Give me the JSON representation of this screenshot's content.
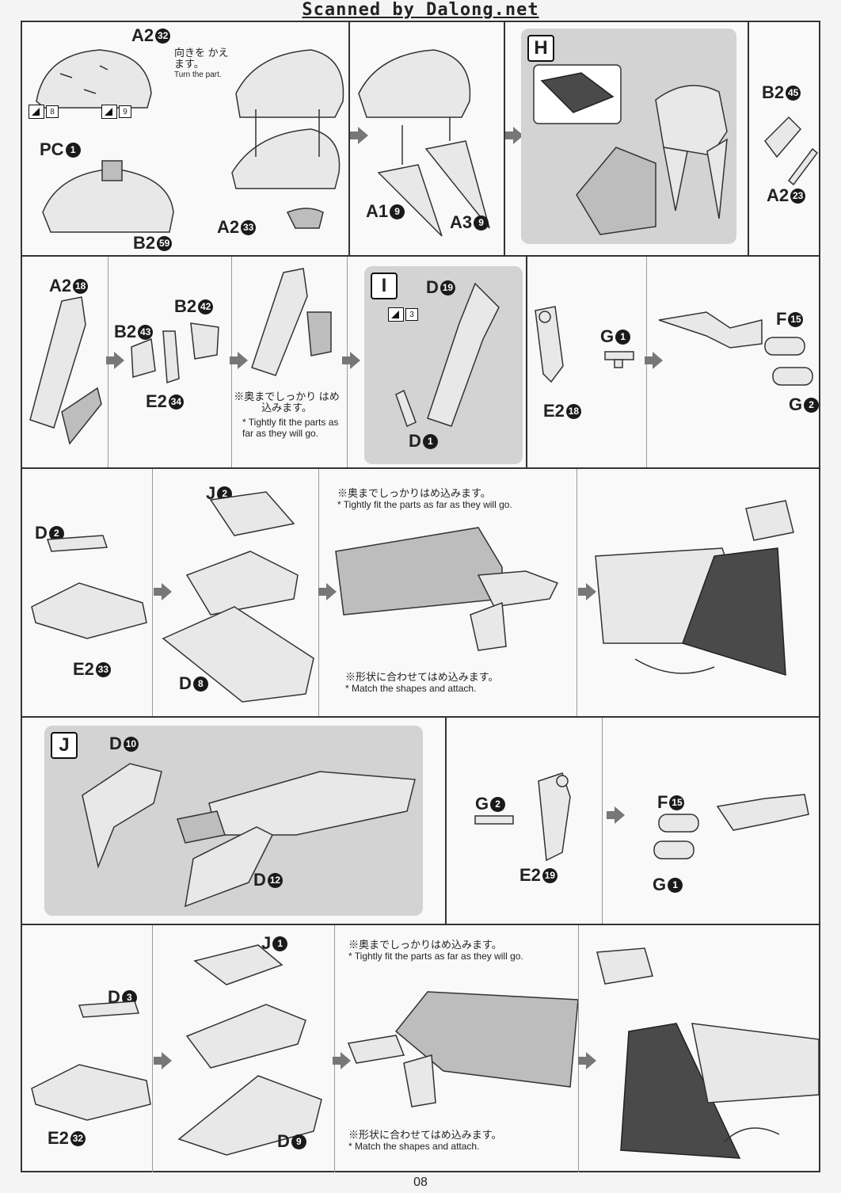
{
  "header": {
    "scan_credit": "Scanned by Dalong.net"
  },
  "row1": {
    "step1": {
      "label_a2_32": {
        "text": "A2",
        "num": "32"
      },
      "turn_note_jp": "向きを かえます。",
      "turn_note_en": "Turn the part.",
      "sticker_8": "8",
      "sticker_9": "9",
      "label_pc1": {
        "text": "PC",
        "num": "1"
      },
      "label_b2_59": {
        "text": "B2",
        "num": "59"
      }
    },
    "step2": {
      "label_a2_33": {
        "text": "A2",
        "num": "33"
      }
    },
    "step3": {
      "label_a1_9": {
        "text": "A1",
        "num": "9"
      },
      "label_a3_9": {
        "text": "A3",
        "num": "9"
      }
    },
    "step4": {
      "marker": "H"
    },
    "step5": {
      "label_b2_45": {
        "text": "B2",
        "num": "45"
      },
      "label_a2_23": {
        "text": "A2",
        "num": "23"
      }
    }
  },
  "row2": {
    "label_a2_18": {
      "text": "A2",
      "num": "18"
    },
    "label_b2_42": {
      "text": "B2",
      "num": "42"
    },
    "label_b2_43": {
      "text": "B2",
      "num": "43"
    },
    "label_e2_34": {
      "text": "E2",
      "num": "34"
    },
    "fit_note_jp": "※奥までしっかり はめ込みます。",
    "fit_note_en": "* Tightly fit the parts as far as they will go.",
    "marker": "I",
    "label_d19": {
      "text": "D",
      "num": "19"
    },
    "sticker_3": "3",
    "label_d1": {
      "text": "D",
      "num": "1"
    },
    "label_g1": {
      "text": "G",
      "num": "1"
    },
    "label_e2_18": {
      "text": "E2",
      "num": "18"
    },
    "label_f15": {
      "text": "F",
      "num": "15"
    },
    "label_g2": {
      "text": "G",
      "num": "2"
    }
  },
  "row3": {
    "label_d2": {
      "text": "D",
      "num": "2"
    },
    "label_e2_33": {
      "text": "E2",
      "num": "33"
    },
    "label_j2": {
      "text": "J",
      "num": "2"
    },
    "label_d8": {
      "text": "D",
      "num": "8"
    },
    "fit_note_jp": "※奥までしっかりはめ込みます。",
    "fit_note_en": "* Tightly fit the parts as far as they will go.",
    "shape_note_jp": "※形状に合わせてはめ込みます。",
    "shape_note_en": "* Match the shapes and attach."
  },
  "row4": {
    "marker": "J",
    "label_d10": {
      "text": "D",
      "num": "10"
    },
    "label_d12": {
      "text": "D",
      "num": "12"
    },
    "label_g2": {
      "text": "G",
      "num": "2"
    },
    "label_e2_19": {
      "text": "E2",
      "num": "19"
    },
    "label_f15": {
      "text": "F",
      "num": "15"
    },
    "label_g1": {
      "text": "G",
      "num": "1"
    }
  },
  "row5": {
    "label_j1": {
      "text": "J",
      "num": "1"
    },
    "label_d3": {
      "text": "D",
      "num": "3"
    },
    "label_e2_32": {
      "text": "E2",
      "num": "32"
    },
    "label_d9": {
      "text": "D",
      "num": "9"
    },
    "fit_note_jp": "※奥までしっかりはめ込みます。",
    "fit_note_en": "* Tightly fit the parts as far as they will go.",
    "shape_note_jp": "※形状に合わせてはめ込みます。",
    "shape_note_en": "* Match the shapes and attach."
  },
  "footer": {
    "page_number": "08"
  }
}
